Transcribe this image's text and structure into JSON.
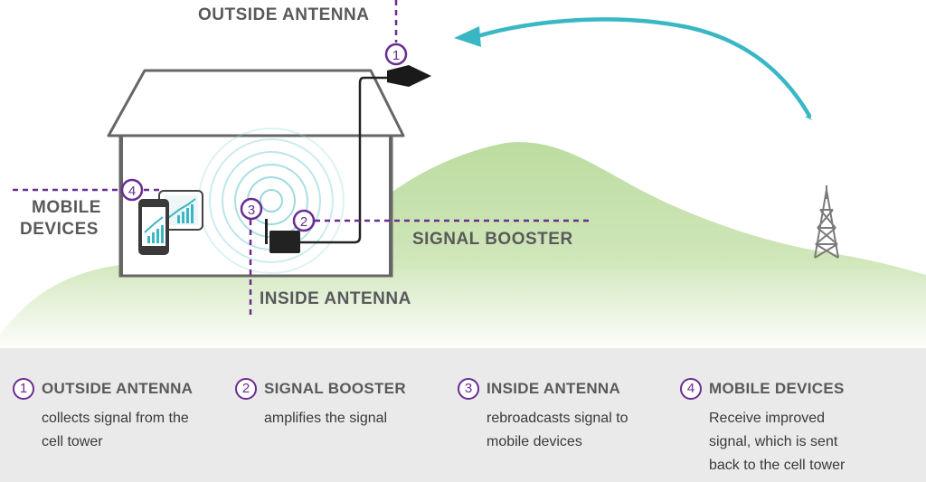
{
  "labels": {
    "outside_antenna": "OUTSIDE  ANTENNA",
    "mobile_devices_line1": "MOBILE",
    "mobile_devices_line2": "DEVICES",
    "signal_booster": "SIGNAL BOOSTER",
    "inside_antenna": "INSIDE ANTENNA"
  },
  "markers": [
    "1",
    "2",
    "3",
    "4"
  ],
  "colors": {
    "accent": "#6a2c91",
    "signal_arrow": "#3ab7c4",
    "hill": "#c2dfa6",
    "label_text": "#58595b",
    "legend_bg": "#eaeaea"
  },
  "icons": [
    "outside-antenna-icon",
    "signal-booster-icon",
    "phone-icon",
    "tablet-icon",
    "cell-tower-icon",
    "curved-arrow-icon"
  ],
  "legend": [
    {
      "number": "1",
      "title": "OUTSIDE ANTENNA",
      "desc_lines": [
        "collects signal from the",
        "cell tower"
      ]
    },
    {
      "number": "2",
      "title": "SIGNAL BOOSTER",
      "desc_lines": [
        "amplifies the signal"
      ]
    },
    {
      "number": "3",
      "title": "INSIDE ANTENNA",
      "desc_lines": [
        "rebroadcasts signal to",
        "mobile devices"
      ]
    },
    {
      "number": "4",
      "title": "MOBILE DEVICES",
      "desc_lines": [
        "Receive improved",
        "signal, which is sent",
        "back to the cell tower"
      ]
    }
  ]
}
